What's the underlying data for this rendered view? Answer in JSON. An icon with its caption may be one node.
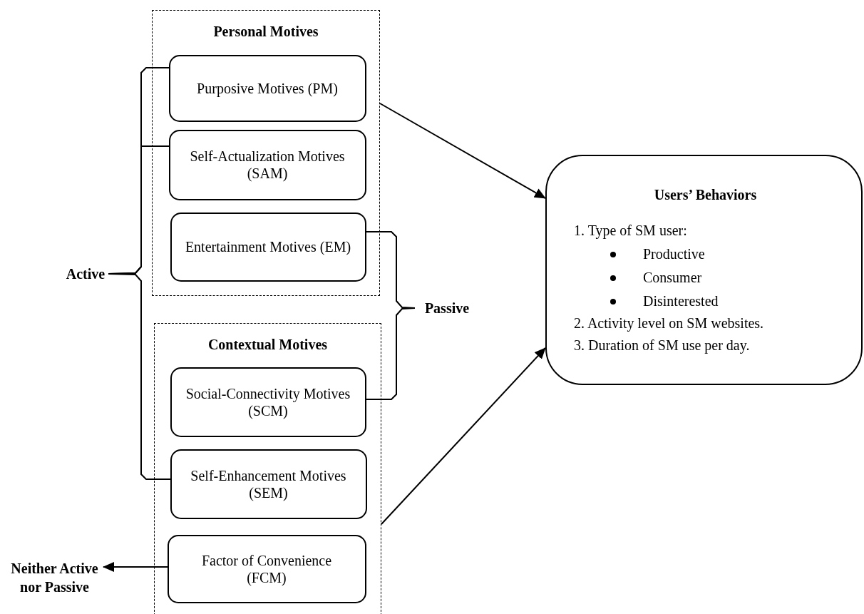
{
  "diagram": {
    "nodes": [
      {
        "text": [
          "Personal Motives"
        ]
      },
      {
        "text": [
          "Purposive Motives (PM)"
        ],
        "in": 0
      },
      {
        "text": [
          "Self-Actualization Motives (SAM)"
        ],
        "in": 0
      },
      {
        "text": [
          "Entertainment Motives (EM)"
        ],
        "in": 0
      },
      {
        "text": [
          "Contextual Motives"
        ]
      },
      {
        "text": [
          "Social-Connectivity Motives (SCM)"
        ],
        "in": 4
      },
      {
        "text": [
          "Self-Enhancement Motives (SEM)"
        ],
        "in": 4
      },
      {
        "text": [
          "Factor of Convenience (FCM)"
        ],
        "in": 4
      },
      {
        "text": [
          "Users’ Behaviors",
          "1. Type of SM user:",
          "Productive",
          "Consumer",
          "Disinterested",
          "2. Activity level on SM websites.",
          "3. Duration of SM use per day."
        ]
      },
      {
        "text": [
          "Active"
        ]
      },
      {
        "text": [
          "Passive"
        ]
      },
      {
        "text": [
          "Neither Active nor Passive"
        ]
      }
    ],
    "edges": [
      {
        "from": 1,
        "to": 9,
        "arrow": "none"
      },
      {
        "from": 2,
        "to": 9,
        "arrow": "none"
      },
      {
        "from": 6,
        "to": 9,
        "arrow": "none"
      },
      {
        "from": 3,
        "to": 10,
        "arrow": "none"
      },
      {
        "from": 5,
        "to": 10,
        "arrow": "none"
      },
      {
        "from": 0,
        "to": 8,
        "arrow": "to"
      },
      {
        "from": 4,
        "to": 8,
        "arrow": "to"
      },
      {
        "from": 7,
        "to": 11,
        "arrow": "to"
      }
    ]
  }
}
